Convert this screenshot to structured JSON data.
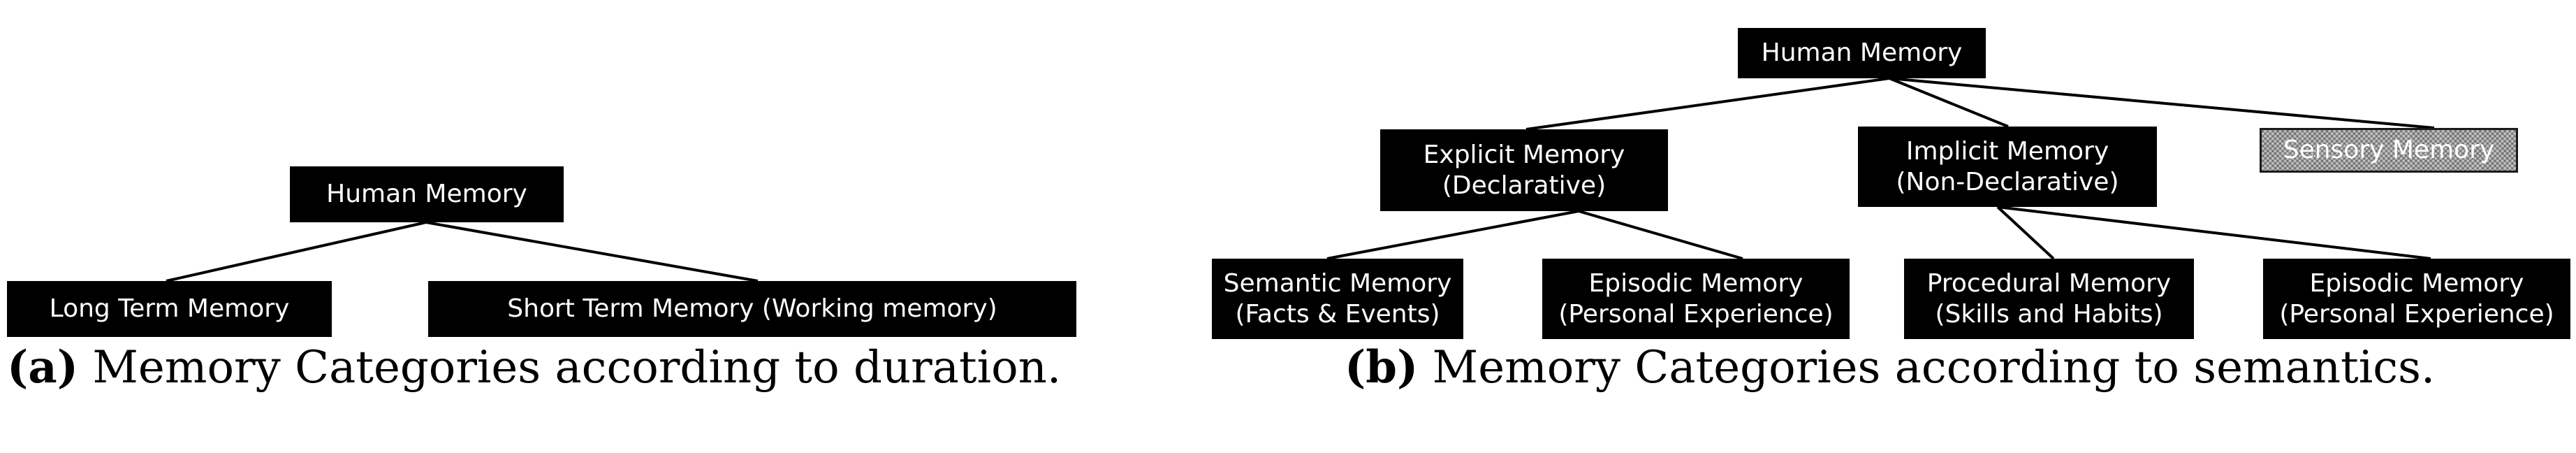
{
  "diagram_a": {
    "root": "Human Memory",
    "long_term": "Long Term Memory",
    "short_term": "Short Term Memory (Working memory)"
  },
  "diagram_b": {
    "root": "Human Memory",
    "explicit": {
      "line1": "Explicit Memory",
      "line2": "(Declarative)"
    },
    "implicit": {
      "line1": "Implicit Memory",
      "line2": "(Non-Declarative)"
    },
    "sensory": "Sensory Memory",
    "semantic": {
      "line1": "Semantic Memory",
      "line2": "(Facts & Events)"
    },
    "episodic_1": {
      "line1": "Episodic Memory",
      "line2": "(Personal Experience)"
    },
    "procedural": {
      "line1": "Procedural Memory",
      "line2": "(Skills and Habits)"
    },
    "episodic_2": {
      "line1": "Episodic Memory",
      "line2": "(Personal Experience)"
    }
  },
  "captions": {
    "a_label": "(a)",
    "a_text": "Memory Categories according to duration.",
    "b_label": "(b)",
    "b_text": "Memory Categories according to semantics."
  }
}
